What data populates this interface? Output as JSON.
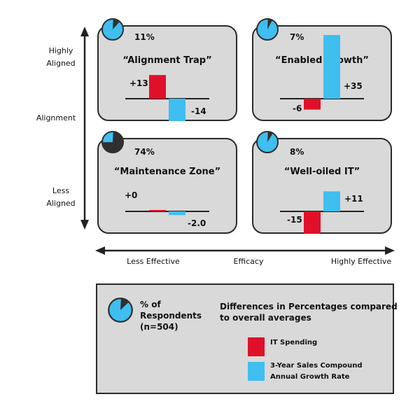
{
  "colors": {
    "spending": "#e0102a",
    "growth": "#3fbef0",
    "pie_fill": "#3fbef0",
    "pie_dark": "#2f2f2f",
    "panel": "#d9d9d9"
  },
  "y_axis": {
    "top_label": "Highly\nAligned",
    "mid_label": "Alignment",
    "bottom_label": "Less\nAligned"
  },
  "x_axis": {
    "left_label": "Less Effective",
    "mid_label": "Efficacy",
    "right_label": "Highly Effective"
  },
  "chart_data": [
    {
      "type": "bar",
      "title": "“Alignment Trap”",
      "respondents_pct": 11,
      "respondents_label": "11%",
      "categories": [
        "IT Spending",
        "3-Year Sales Compound Annual Growth Rate"
      ],
      "values": [
        13,
        -14
      ],
      "value_labels": [
        "+13",
        "-14"
      ]
    },
    {
      "type": "bar",
      "title": "“Enabled Growth”",
      "respondents_pct": 7,
      "respondents_label": "7%",
      "categories": [
        "IT Spending",
        "3-Year Sales Compound Annual Growth Rate"
      ],
      "values": [
        -6,
        35
      ],
      "value_labels": [
        "-6",
        "+35"
      ]
    },
    {
      "type": "bar",
      "title": "“Maintenance Zone”",
      "respondents_pct": 74,
      "respondents_label": "74%",
      "categories": [
        "IT Spending",
        "3-Year Sales Compound Annual Growth Rate"
      ],
      "values": [
        0,
        -2.0
      ],
      "value_labels": [
        "+0",
        "-2.0"
      ]
    },
    {
      "type": "bar",
      "title": "“Well-oiled IT”",
      "respondents_pct": 8,
      "respondents_label": "8%",
      "categories": [
        "IT Spending",
        "3-Year Sales Compound Annual Growth Rate"
      ],
      "values": [
        -15,
        11
      ],
      "value_labels": [
        "-15",
        "+11"
      ]
    }
  ],
  "legend": {
    "pie_label": "% of\nRespondents\n(n=504)",
    "heading": "Differences in Percentages compared\nto overall averages",
    "spending_label": "IT Spending",
    "growth_label": "3-Year Sales Compound\nAnnual Growth Rate"
  }
}
